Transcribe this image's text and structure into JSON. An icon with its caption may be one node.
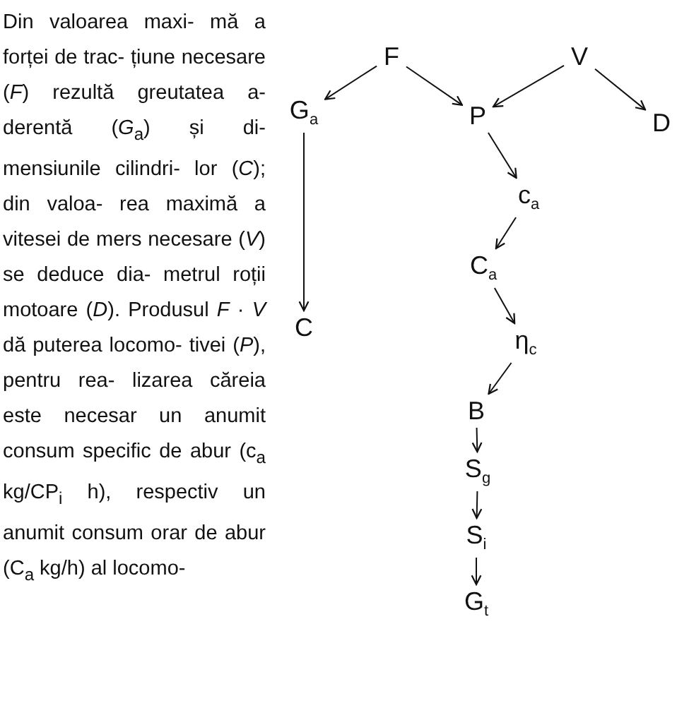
{
  "diagram": {
    "nodes": [
      {
        "text": [
          "F"
        ]
      },
      {
        "text": [
          "V"
        ]
      },
      {
        "text": [
          "G$_{a}$"
        ]
      },
      {
        "text": [
          "P"
        ]
      },
      {
        "text": [
          "D"
        ]
      },
      {
        "text": [
          "c$_{a}$"
        ]
      },
      {
        "text": [
          "C"
        ]
      },
      {
        "text": [
          "C$_{a}$"
        ]
      },
      {
        "text": [
          "η$_{c}$"
        ]
      },
      {
        "text": [
          "B"
        ]
      },
      {
        "text": [
          "S$_{g}$"
        ]
      },
      {
        "text": [
          "S$_{i}$"
        ]
      },
      {
        "text": [
          "G$_{t}$"
        ]
      }
    ],
    "edges": [
      {
        "from": 0,
        "to": 2,
        "arrow": "to"
      },
      {
        "from": 0,
        "to": 3,
        "arrow": "to"
      },
      {
        "from": 1,
        "to": 3,
        "arrow": "to"
      },
      {
        "from": 1,
        "to": 4,
        "arrow": "to"
      },
      {
        "from": 2,
        "to": 6,
        "arrow": "to"
      },
      {
        "from": 3,
        "to": 5,
        "arrow": "to"
      },
      {
        "from": 5,
        "to": 7,
        "arrow": "to"
      },
      {
        "from": 7,
        "to": 8,
        "arrow": "to"
      },
      {
        "from": 8,
        "to": 9,
        "arrow": "to"
      },
      {
        "from": 9,
        "to": 10,
        "arrow": "to"
      },
      {
        "from": 10,
        "to": 11,
        "arrow": "to"
      },
      {
        "from": 11,
        "to": 12,
        "arrow": "to"
      }
    ],
    "labels": [
      "Din valoarea maxi- mă a forței de trac- țiune necesare (*F*) rezultă greutatea a- derentă (*G*$_{a}$) și di- mensiunile cilindri- lor (*C*); din valoa- rea maximă a vitesei de mers necesare (*V*) se deduce dia- metrul roții motoare (*D*). Produsul *F* · *V* dă puterea locomo- tivei (*P*), pentru rea- lizarea căreia este necesar un anumit consum specific de abur (c$_{a}$ kg/CP$_{i}$ h), respectiv un anumit consum orar de abur (C$_{a}$ kg/h) al locomo-"
    ]
  }
}
